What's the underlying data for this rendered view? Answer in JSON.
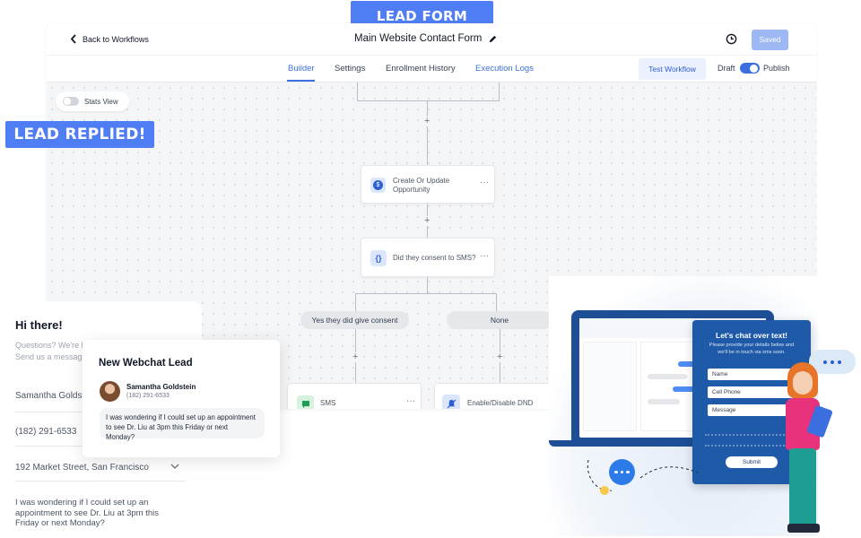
{
  "banner_top": "LEAD FORM RECIPE",
  "banner_left": "LEAD REPLIED!",
  "header": {
    "back_label": "Back to Workflows",
    "workflow_title": "Main Website Contact Form",
    "saved_label": "Saved"
  },
  "tabs": [
    {
      "label": "Builder",
      "active": true
    },
    {
      "label": "Settings",
      "active": false
    },
    {
      "label": "Enrollment History",
      "active": false
    },
    {
      "label": "Execution Logs",
      "active": false
    }
  ],
  "toolbar": {
    "test_label": "Test Workflow",
    "draft_label": "Draft",
    "publish_label": "Publish",
    "publish_on": true
  },
  "stats_view_label": "Stats View",
  "nodes": {
    "opportunity": "Create Or Update\nOpportunity",
    "consent": "Did they consent to SMS?",
    "branch_yes": "Yes they did give consent",
    "branch_none": "None",
    "sms": "SMS",
    "dnd": "Enable/Disable DND"
  },
  "form": {
    "greeting": "Hi there!",
    "intro_1": "Questions? We're h",
    "intro_2": "Send us a messag",
    "name": "Samantha Goldst",
    "phone": "(182) 291-6533",
    "address": "192 Market Street, San Francisco",
    "message": "I was wondering if I could set up an appointment to see Dr. Liu at 3pm this Friday or next Monday?"
  },
  "lead_card": {
    "title": "New Webchat Lead",
    "name": "Samantha Goldstein",
    "phone": "(182) 291-6533",
    "message": "I was wondering if I could set up an appointment to see Dr. Liu at 3pm this Friday or next Monday?"
  },
  "chat_widget": {
    "title": "Let's chat over text!",
    "subtitle": "Please provide your details below and we'll be in touch via sms soon.",
    "name_placeholder": "Name",
    "phone_placeholder": "Cell Phone",
    "message_placeholder": "Message",
    "submit_label": "Submit"
  },
  "colors": {
    "brand_blue": "#4f7df3",
    "tab_active": "#3b6fe0",
    "widget_blue": "#1e5aa8"
  }
}
